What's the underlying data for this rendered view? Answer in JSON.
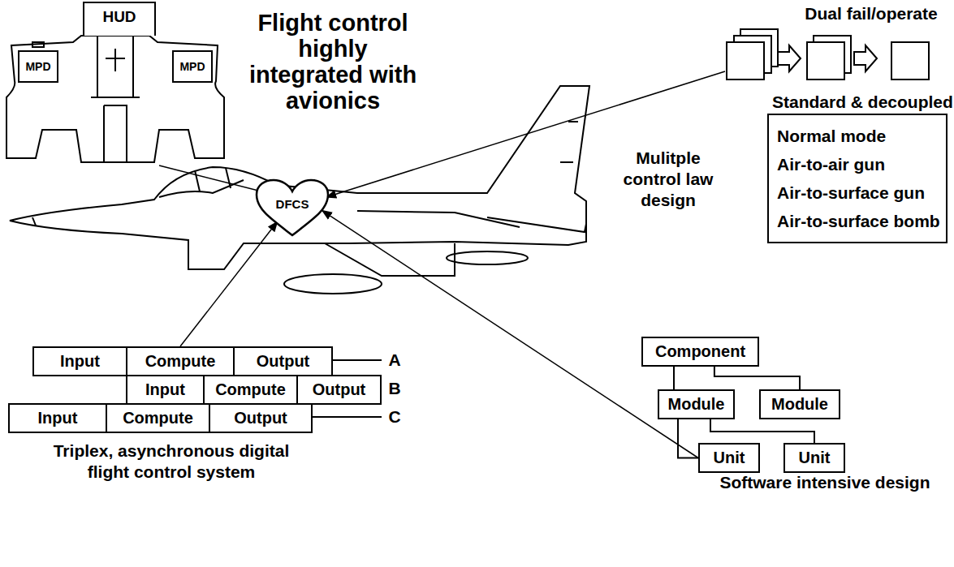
{
  "diagram": {
    "title": "Flight control highly integrated with avionics",
    "nodes": [
      {
        "text": [
          "HUD"
        ]
      },
      {
        "text": [
          "MPD"
        ]
      },
      {
        "text": [
          "MPD"
        ]
      },
      {
        "text": [
          "DFCS"
        ]
      },
      {
        "text": [
          "Standard & decoupled",
          "Normal mode",
          "Air-to-air gun",
          "Air-to-surface gun",
          "Air-to-surface bomb"
        ]
      },
      {
        "text": [
          "Input"
        ]
      },
      {
        "text": [
          "Compute"
        ]
      },
      {
        "text": [
          "Output"
        ]
      },
      {
        "text": [
          "Input"
        ]
      },
      {
        "text": [
          "Compute"
        ]
      },
      {
        "text": [
          "Output"
        ]
      },
      {
        "text": [
          "Input"
        ]
      },
      {
        "text": [
          "Compute"
        ]
      },
      {
        "text": [
          "Output"
        ]
      },
      {
        "text": [
          "Component"
        ]
      },
      {
        "text": [
          "Module"
        ]
      },
      {
        "text": [
          "Module"
        ]
      },
      {
        "text": [
          "Unit"
        ]
      },
      {
        "text": [
          "Unit"
        ]
      }
    ],
    "edges": [
      {
        "from": 14,
        "to": 15,
        "arrow": "none"
      },
      {
        "from": 14,
        "to": 16,
        "arrow": "none"
      },
      {
        "from": 15,
        "to": 17,
        "arrow": "none"
      },
      {
        "from": 15,
        "to": 18,
        "arrow": "none"
      },
      {
        "from": 6,
        "to": 3,
        "arrow": "to"
      },
      {
        "from": 17,
        "to": 3,
        "arrow": "to"
      }
    ],
    "labels": [
      "Dual fail/operate",
      "Mulitple control law design",
      "A",
      "B",
      "C",
      "Triplex, asynchronous digital flight control system",
      "Software intensive design"
    ]
  }
}
